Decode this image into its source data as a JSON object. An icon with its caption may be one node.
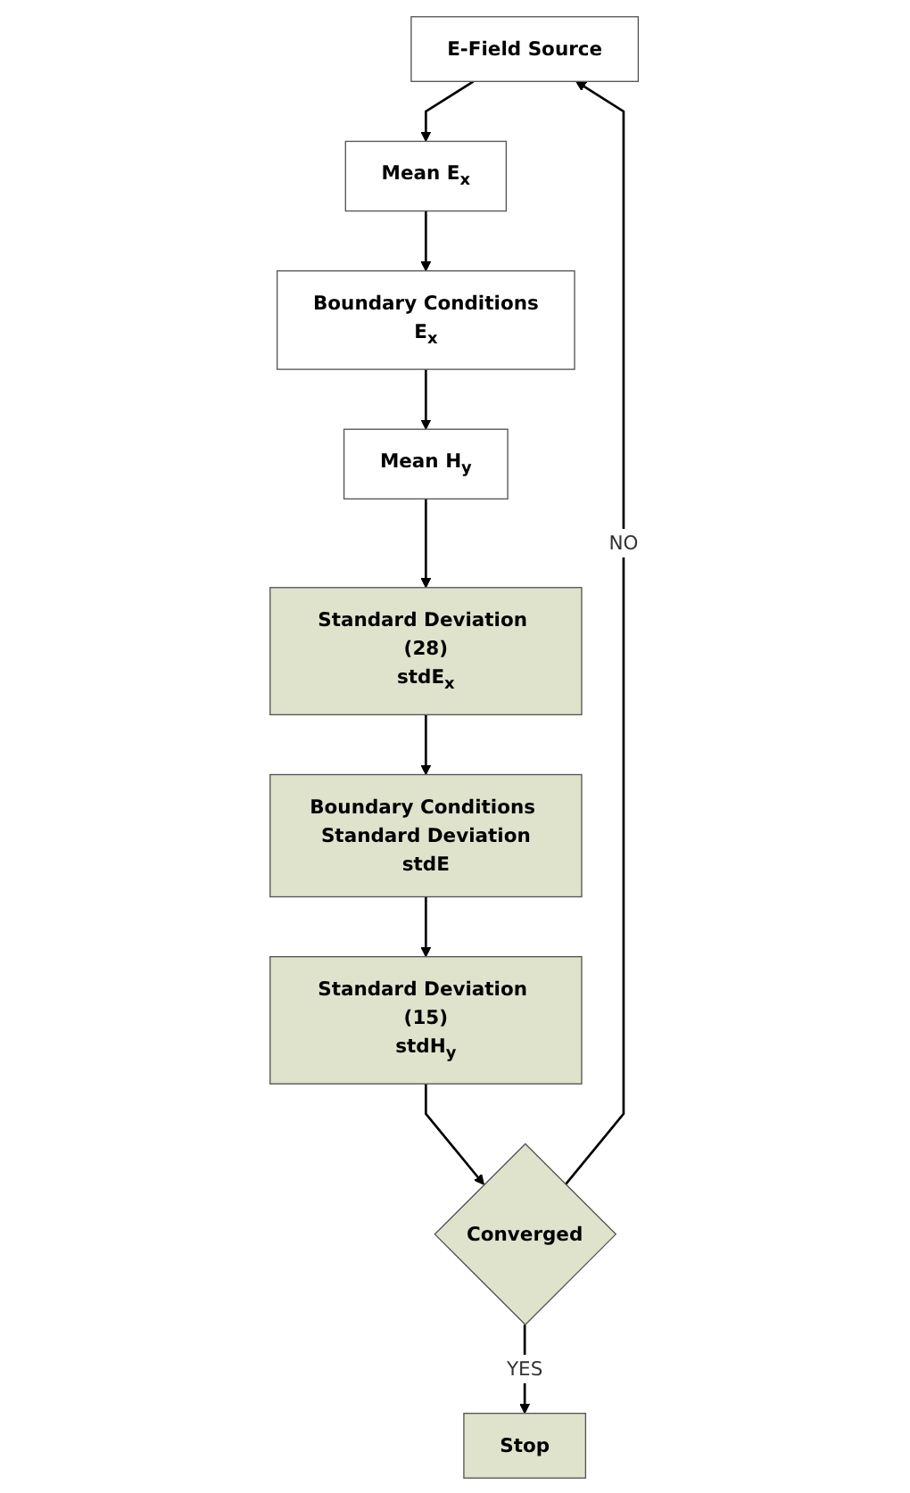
{
  "diagram": {
    "nodes": [
      {
        "text": [
          "E-Field Source"
        ]
      },
      {
        "text": [
          "Mean E$_{x}$"
        ]
      },
      {
        "text": [
          "Boundary Conditions",
          "E$_{x}$"
        ]
      },
      {
        "text": [
          "Mean H$_{y}$"
        ]
      },
      {
        "text": [
          "Standard Deviation (28)",
          "stdE$_{x}$"
        ]
      },
      {
        "text": [
          "Boundary Conditions Standard Deviation",
          "stdE"
        ]
      },
      {
        "text": [
          "Standard Deviation (15)",
          "stdH$_{y}$"
        ]
      },
      {
        "text": [
          "Converged"
        ]
      },
      {
        "text": [
          "Stop"
        ]
      }
    ],
    "edges": [
      {
        "from": 0,
        "to": 1,
        "arrow": "to"
      },
      {
        "from": 1,
        "to": 2,
        "arrow": "to"
      },
      {
        "from": 2,
        "to": 3,
        "arrow": "to"
      },
      {
        "from": 3,
        "to": 4,
        "arrow": "to"
      },
      {
        "from": 4,
        "to": 5,
        "arrow": "to"
      },
      {
        "from": 5,
        "to": 6,
        "arrow": "to"
      },
      {
        "from": 6,
        "to": 7,
        "arrow": "to"
      },
      {
        "from": 7,
        "to": 8,
        "label": "YES",
        "arrow": "to"
      },
      {
        "from": 7,
        "to": 0,
        "label": "NO",
        "arrow": "to"
      }
    ]
  }
}
